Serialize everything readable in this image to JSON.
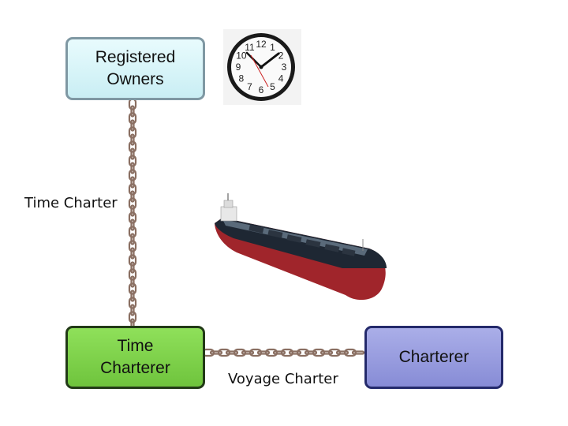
{
  "nodes": {
    "owners": {
      "label": "Registered\nOwners"
    },
    "time_charterer": {
      "label": "Time\nCharterer"
    },
    "charterer": {
      "label": "Charterer"
    }
  },
  "edges": {
    "time_charter": {
      "label": "Time Charter"
    },
    "voyage_charter": {
      "label": "Voyage Charter"
    }
  },
  "clock": {
    "numbers": [
      "12",
      "1",
      "2",
      "3",
      "4",
      "5",
      "6",
      "7",
      "8",
      "9",
      "10",
      "11"
    ]
  },
  "icons": [
    "clock-icon",
    "ship-icon",
    "chain-icon"
  ],
  "colors": {
    "owners_fill": "#c9eef4",
    "owners_border": "#7f98a3",
    "time_charterer_fill": "#6fc43d",
    "time_charterer_border": "#223a17",
    "charterer_fill": "#878cd6",
    "charterer_border": "#242a6b",
    "chain": "#8a6f62",
    "ship_hull": "#a0252b",
    "ship_deck": "#1e2733"
  }
}
